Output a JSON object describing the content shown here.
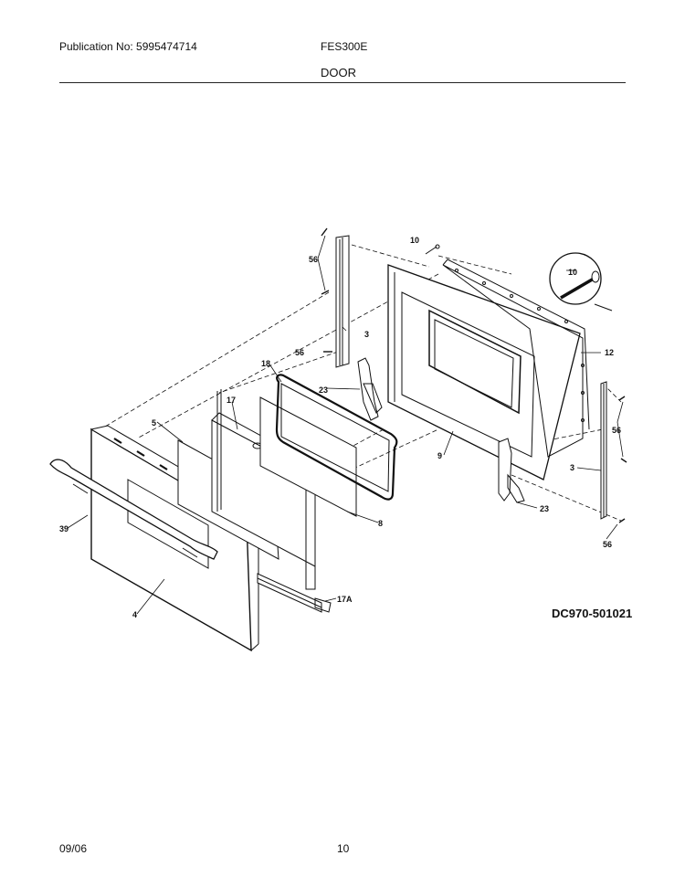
{
  "header": {
    "publication": "Publication No: 5995474714",
    "model": "FES300E",
    "section": "DOOR"
  },
  "diagram": {
    "code": "DC970-501021",
    "callouts": {
      "c10a": "10",
      "c10b": "10",
      "c56a": "56",
      "c56b": "56",
      "c56c": "56",
      "c56d": "56",
      "c3a": "3",
      "c3b": "3",
      "c12": "12",
      "c18": "18",
      "c17": "17",
      "c5": "5",
      "c23a": "23",
      "c23b": "23",
      "c9": "9",
      "c8": "8",
      "c39": "39",
      "c4": "4",
      "c17a": "17A"
    }
  },
  "footer": {
    "date": "09/06",
    "page": "10"
  }
}
